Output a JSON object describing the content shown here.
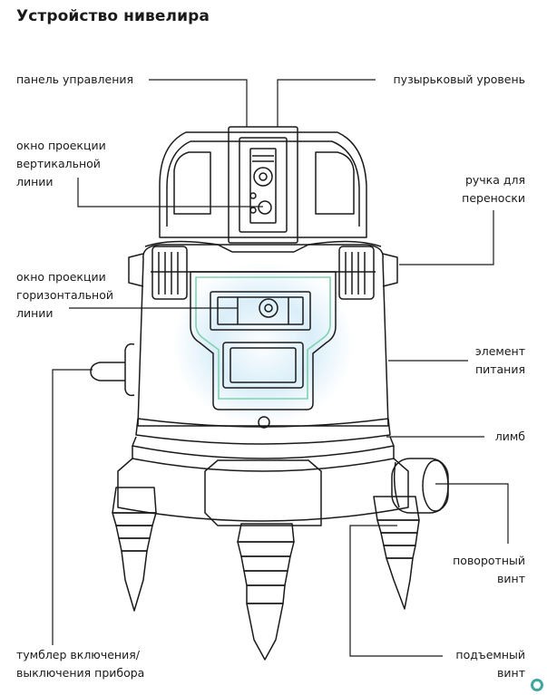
{
  "title": "Устройство нивелира",
  "labels": {
    "control_panel": "панель управления",
    "bubble_level": "пузырьковый уровень",
    "vertical_window": "окно проекции\nвертикальной\nлинии",
    "handle": "ручка для\nпереноски",
    "horizontal_window": "окно проекции\nгоризонтальной\nлинии",
    "power": "элемент\nпитания",
    "limb": "лимб",
    "rotating_screw": "поворотный\nвинт",
    "switch": "тумблер включения/\nвыключения прибора",
    "lifting_screw": "подъемный\nвинт"
  },
  "colors": {
    "line": "#1a1a1a",
    "glow": "#cfe9f7",
    "window_accent": "#7fd1b0",
    "logo": "#3fa6a0"
  }
}
